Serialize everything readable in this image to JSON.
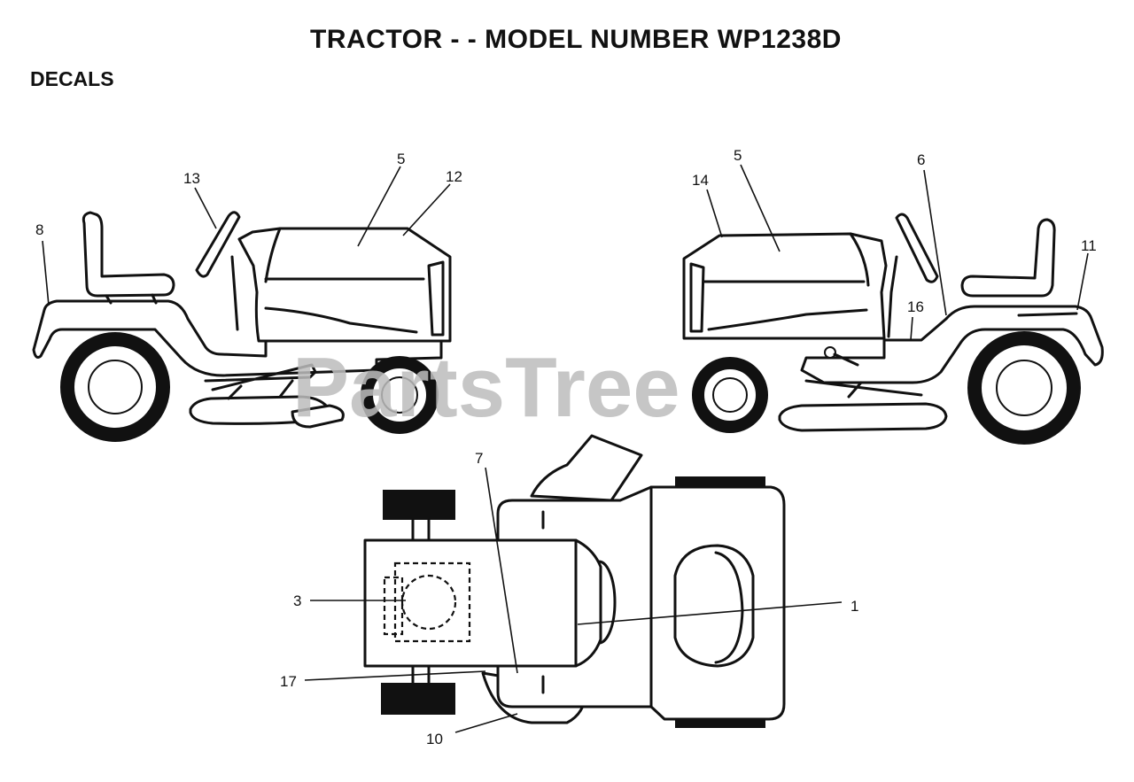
{
  "header": {
    "title": "TRACTOR - - MODEL NUMBER WP1238D",
    "section": "DECALS"
  },
  "watermark": "PartsTree",
  "callouts": {
    "c1": "1",
    "c3": "3",
    "c5a": "5",
    "c5b": "5",
    "c6": "6",
    "c7": "7",
    "c8": "8",
    "c10": "10",
    "c11": "11",
    "c12": "12",
    "c13": "13",
    "c14": "14",
    "c16": "16",
    "c17": "17"
  }
}
